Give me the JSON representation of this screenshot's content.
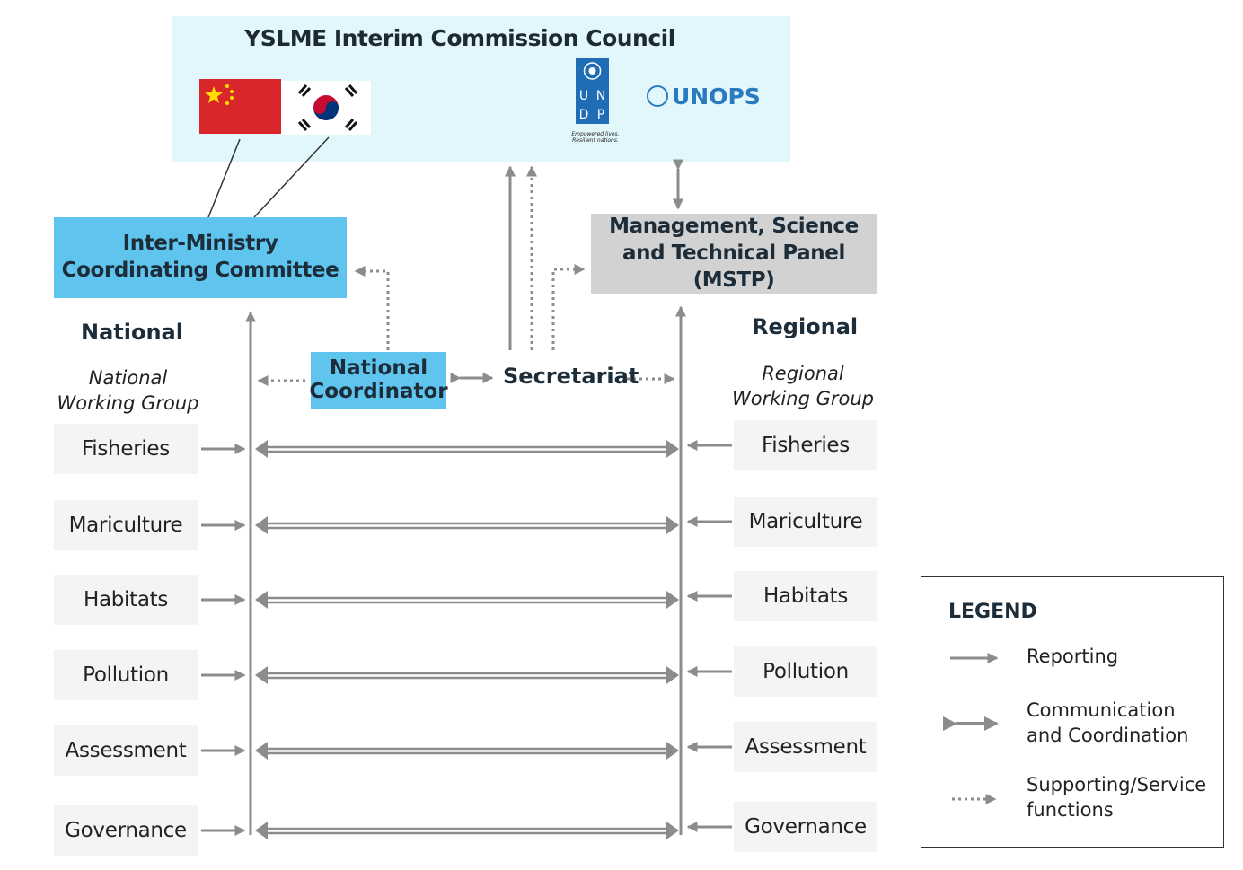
{
  "council": {
    "title": "YSLME Interim Commission Council",
    "undp_logo": "U N D P",
    "undp_tagline": "Empowered lives. Resilient nations.",
    "unops_logo": "UNOPS"
  },
  "imcc": {
    "label": "Inter-Ministry Coordinating Committee"
  },
  "mstp": {
    "label": "Management, Science and Technical Panel (MSTP)"
  },
  "national_coordinator": {
    "label": "National Coordinator"
  },
  "secretariat": {
    "label": "Secretariat"
  },
  "national": {
    "heading": "National",
    "working_group": "National Working Group"
  },
  "regional": {
    "heading": "Regional",
    "working_group": "Regional Working Group"
  },
  "rows": [
    "Fisheries",
    "Mariculture",
    "Habitats",
    "Pollution",
    "Assessment",
    "Governance"
  ],
  "legend": {
    "title": "LEGEND",
    "items": [
      {
        "label": "Reporting",
        "style": "solid-arrow"
      },
      {
        "label": "Communication and Coordination",
        "style": "double-arrow"
      },
      {
        "label": "Supporting/Service functions",
        "style": "dotted-arrow"
      }
    ]
  },
  "colors": {
    "council_bg": "#e2f7fb",
    "blue_box": "#5fc4ee",
    "gray_box": "#d2d2d2",
    "arrow": "#8c8c8c"
  }
}
